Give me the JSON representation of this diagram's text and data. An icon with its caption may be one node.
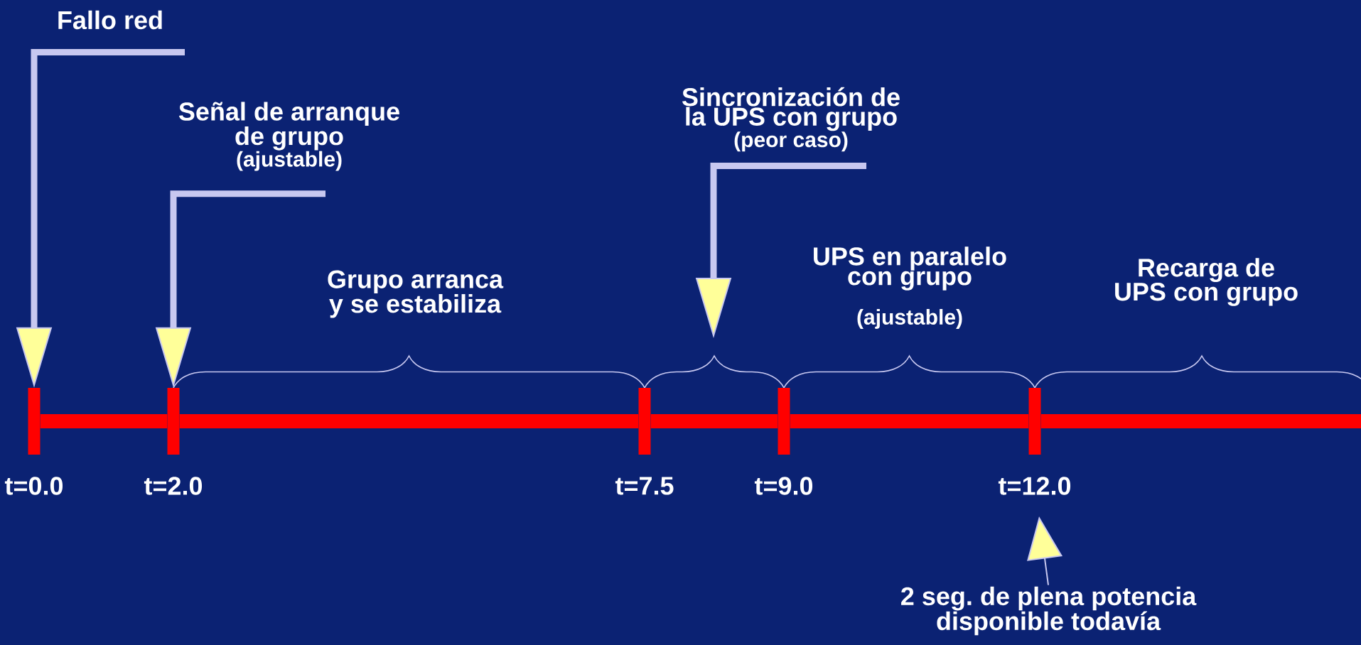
{
  "diagram": {
    "nodes": [
      {
        "text": [
          "Fallo red"
        ]
      },
      {
        "text": [
          "Señal de arranque de grupo",
          "(ajustable)"
        ]
      },
      {
        "text": [
          "Sincronización de la UPS con grupo",
          "(peor caso)"
        ]
      },
      {
        "text": [
          "2 seg. de plena potencia disponible todavía"
        ]
      },
      {
        "text": [],
        "shape": "bar",
        "beside": [
          "t=0.0"
        ]
      },
      {
        "text": [],
        "shape": "bar",
        "beside": [
          "t=2.0"
        ]
      },
      {
        "text": [],
        "shape": "bar",
        "beside": [
          "t=7.5"
        ]
      },
      {
        "text": [],
        "shape": "bar",
        "beside": [
          "t=9.0"
        ]
      },
      {
        "text": [],
        "shape": "bar",
        "beside": [
          "t=12.0"
        ]
      }
    ],
    "edges": [
      {
        "from": 0,
        "to": 4,
        "arrow": "to",
        "color": "#c8c8f0"
      },
      {
        "from": 1,
        "to": 5,
        "arrow": "to",
        "color": "#c8c8f0"
      },
      {
        "from": 2,
        "to": null,
        "arrow": "to",
        "color": "#c8c8f0"
      },
      {
        "from": 3,
        "to": null,
        "arrow": "to",
        "color": "#c8c8f0"
      },
      {
        "from": 4,
        "to": 5,
        "arrow": "none"
      },
      {
        "from": 5,
        "to": 6,
        "arrow": "none"
      },
      {
        "from": 6,
        "to": 7,
        "arrow": "none"
      },
      {
        "from": 7,
        "to": 8,
        "arrow": "none"
      },
      {
        "from": 8,
        "to": null,
        "arrow": "none"
      }
    ],
    "labels": [
      "Grupo arranca y se estabiliza",
      "UPS en paralelo con grupo",
      "Recarga de UPS con grupo",
      "(ajustable)"
    ]
  }
}
